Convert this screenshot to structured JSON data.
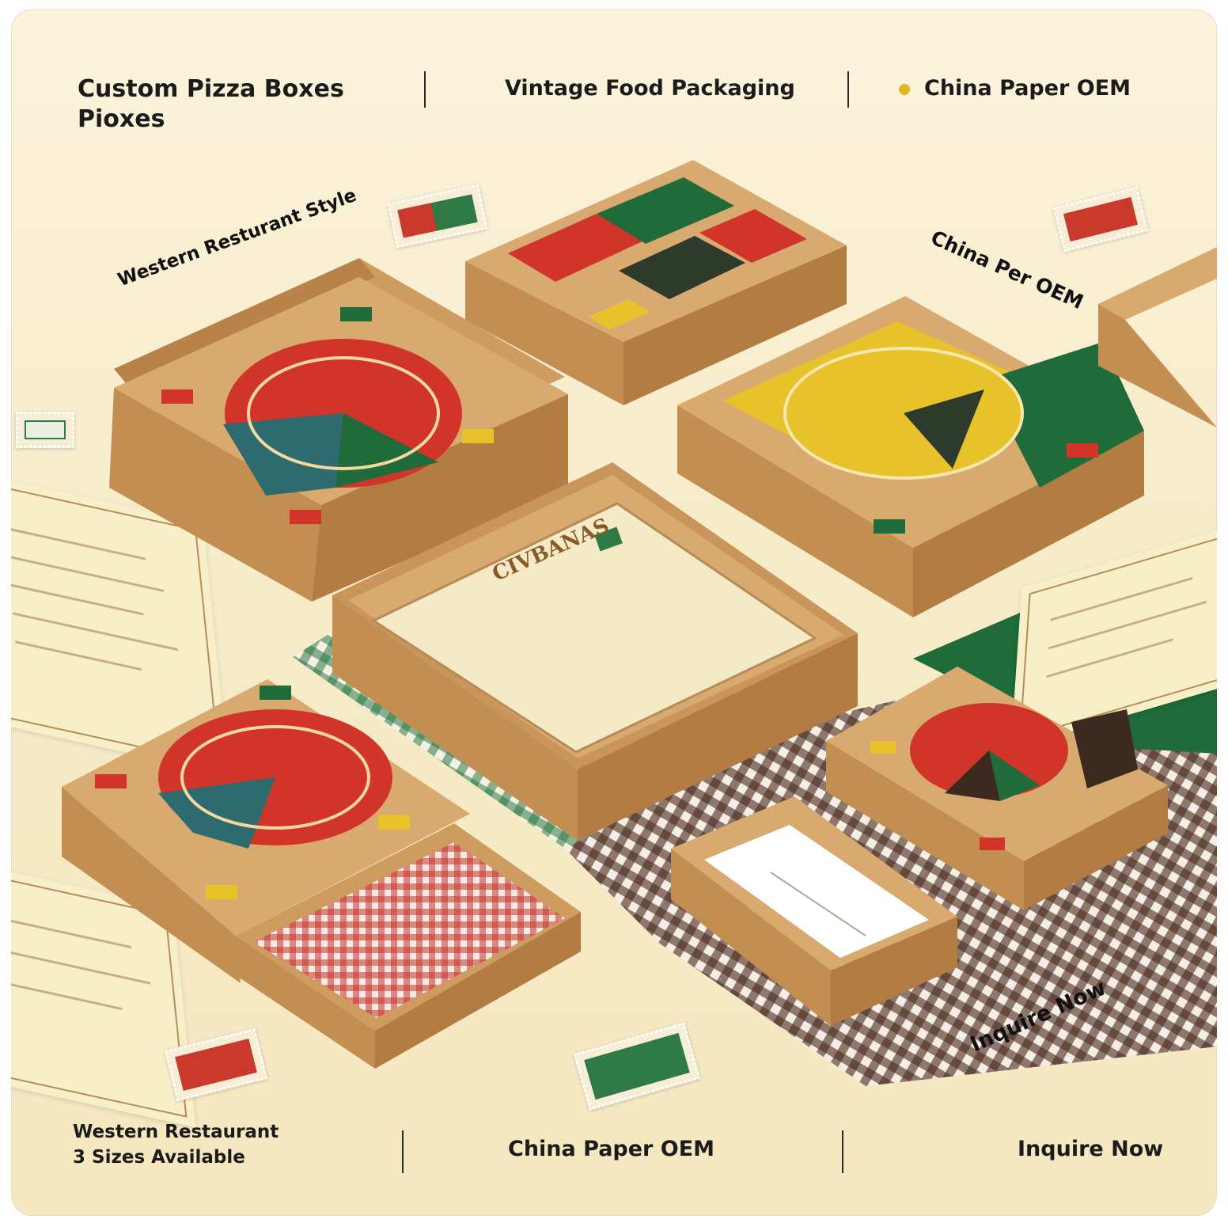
{
  "header": {
    "title_line1": "Custom Pizza Boxes",
    "title_line2": "Pioxes",
    "center": "Vintage Food Packaging",
    "right": "China Paper OEM",
    "dot_color": "#e3b51f"
  },
  "floating_labels": {
    "western_style": "Western Resturant Style",
    "china_per_oem": "China Per OEM",
    "inquire_now": "Inquire Now"
  },
  "footer": {
    "left_line1": "Western Restaurant",
    "left_line2": "3 Sizes Available",
    "center": "China Paper OEM",
    "right": "Inquire Now"
  },
  "menu_title": "CIVBANAS",
  "colors": {
    "kraft": "#d6a76c",
    "red": "#d1352a",
    "green": "#1f6b3a",
    "teal": "#2e6b6e",
    "yellow": "#e8c22a",
    "dark": "#3a2a20",
    "cream": "#f7efc8"
  }
}
